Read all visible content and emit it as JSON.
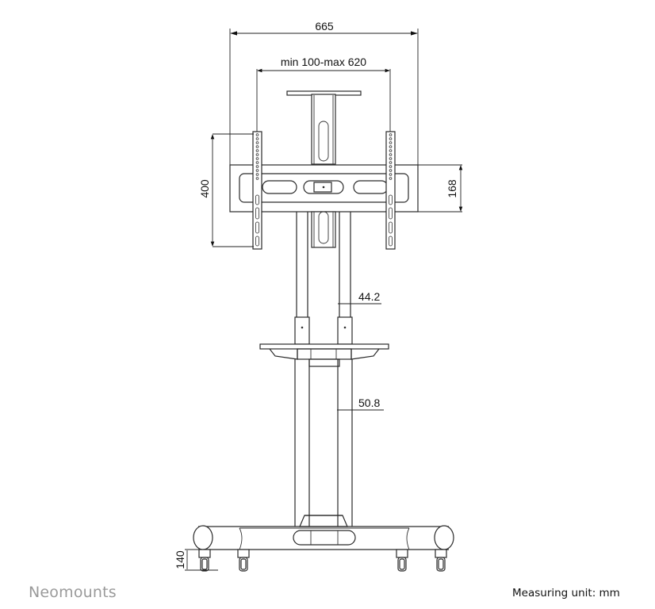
{
  "diagram": {
    "title": "Mobile TV floor stand technical drawing",
    "dimensions": {
      "overall_width": "665",
      "vesa_range": "min 100-max 620",
      "bracket_height": "400",
      "crossbar_height": "168",
      "upper_tube_diameter": "44.2",
      "lower_tube_diameter": "50.8",
      "base_height": "140"
    }
  },
  "footer": {
    "brand": "Neomounts",
    "measuring_unit": "Measuring unit: mm"
  },
  "colors": {
    "line": "#2a2a2a",
    "brand_gray": "#9a9a9a",
    "background": "#ffffff"
  }
}
